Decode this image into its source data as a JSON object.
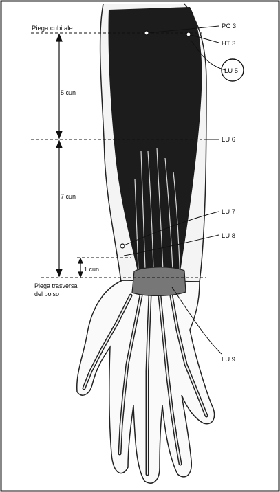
{
  "labels": {
    "piega_cubitale": "Piega cubitale",
    "pc3": "PC 3",
    "ht3": "HT 3",
    "lu5": "LU 5",
    "lu6": "LU 6",
    "lu7": "LU 7",
    "lu8": "LU 8",
    "lu9": "LU 9",
    "cun5": "5 cun",
    "cun7": "7 cun",
    "cun1": "1 cun",
    "piega_polso_1": "Piega trasversa",
    "piega_polso_2": "del polso"
  },
  "colors": {
    "ink": "#111111",
    "muscle": "#1c1c1c",
    "paper": "#ffffff"
  }
}
